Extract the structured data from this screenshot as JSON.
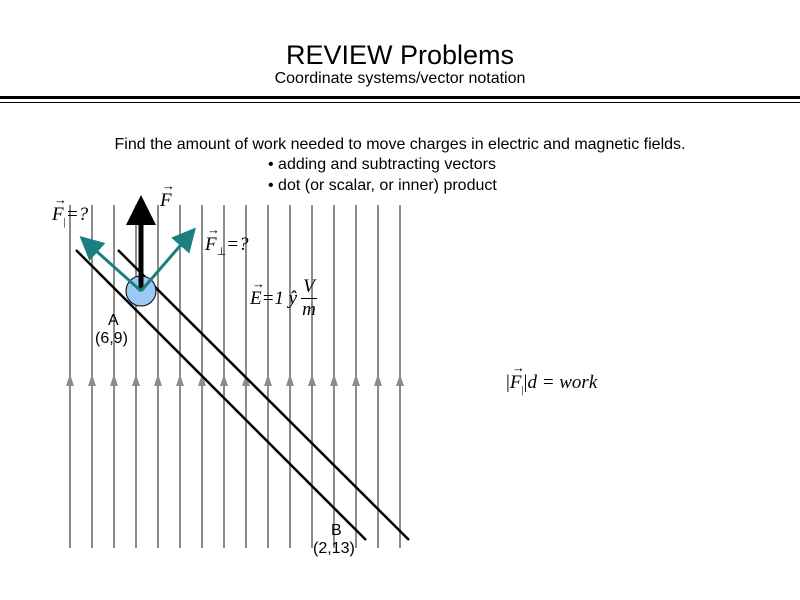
{
  "header": {
    "title": "REVIEW Problems",
    "subtitle": "Coordinate systems/vector notation"
  },
  "intro": "Find the amount of work needed to move charges in electric and magnetic fields.",
  "bullets": [
    "• adding and subtracting vectors",
    "• dot (or scalar, or inner) product"
  ],
  "diagram": {
    "force_label": "F",
    "f_parallel": "F",
    "f_parallel_rhs": "=?",
    "f_perp": "F",
    "f_perp_rhs": "=?",
    "field_lhs": "E",
    "field_mid": "=1 ŷ",
    "field_num": "V",
    "field_den": "m",
    "point_a": "A",
    "point_a_coords": "(6,9)",
    "point_b": "B",
    "point_b_coords": "(2,13)",
    "colors": {
      "field_lines": "#8c8c8c",
      "components": "#1a7f7f",
      "charge": "#9cc8f5"
    }
  },
  "work_formula": {
    "f": "F",
    "rhs": "d = work"
  }
}
